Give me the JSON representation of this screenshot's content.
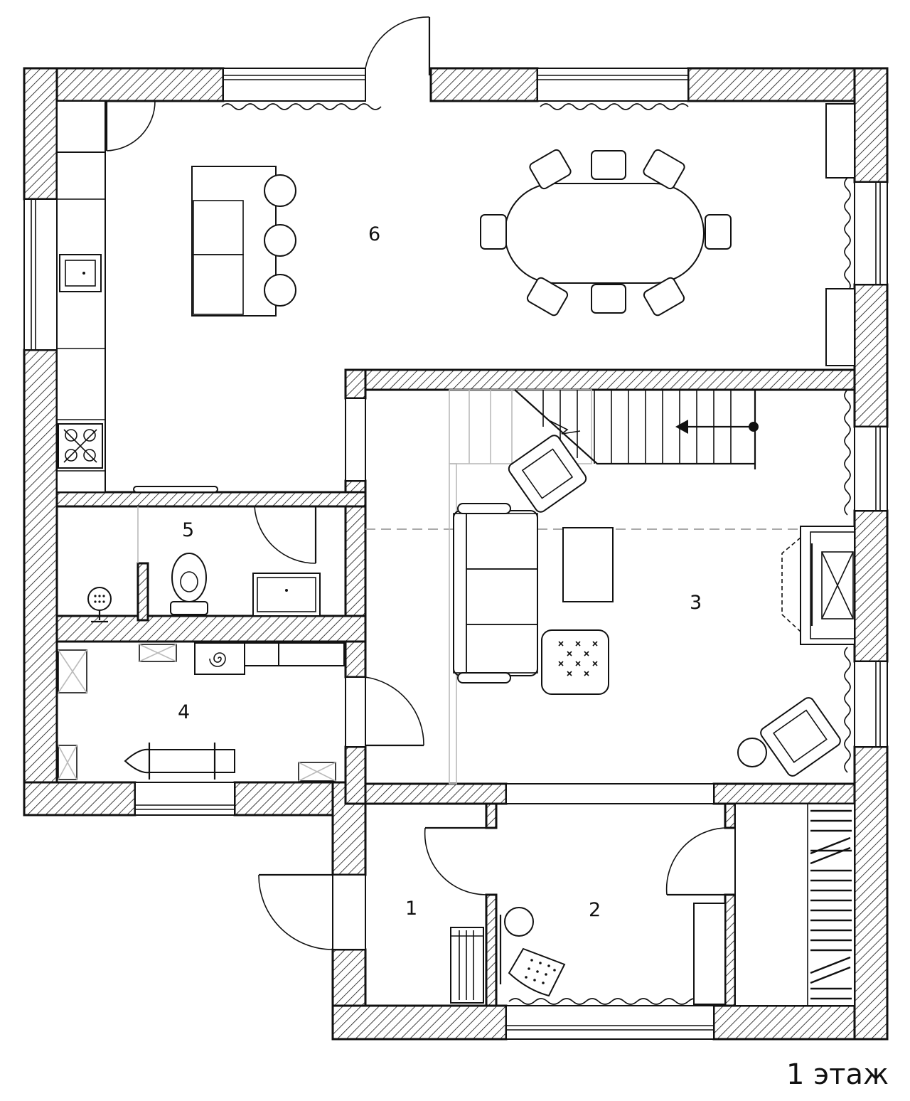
{
  "floor_label": "1 этаж",
  "rooms": [
    {
      "number": "1"
    },
    {
      "number": "2"
    },
    {
      "number": "3"
    },
    {
      "number": "4"
    },
    {
      "number": "5"
    },
    {
      "number": "6"
    }
  ]
}
